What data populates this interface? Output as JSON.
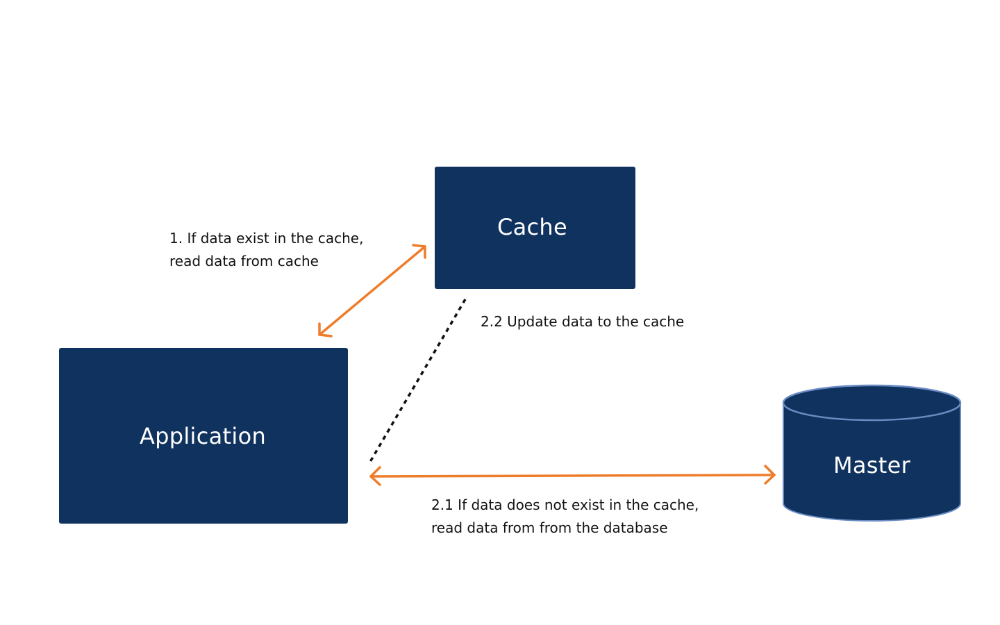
{
  "nodes": {
    "cache": {
      "label": "Cache"
    },
    "application": {
      "label": "Application"
    },
    "master": {
      "label": "Master"
    }
  },
  "edges": {
    "read_cache": {
      "label_line1": "1. If data exist in the cache,",
      "label_line2": "read data from cache",
      "style": "double-arrow"
    },
    "update_cache": {
      "label": "2.2 Update data to the cache",
      "style": "dotted"
    },
    "read_db": {
      "label_line1": "2.1 If data does not exist in the cache,",
      "label_line2": "read data from from the database",
      "style": "double-arrow"
    }
  },
  "colors": {
    "node_fill": "#10325e",
    "node_text": "#ffffff",
    "arrow": "#ee7d2b",
    "cylinder_rim": "#6b8bc4",
    "dotted_line": "#111111",
    "label_text": "#111111"
  }
}
